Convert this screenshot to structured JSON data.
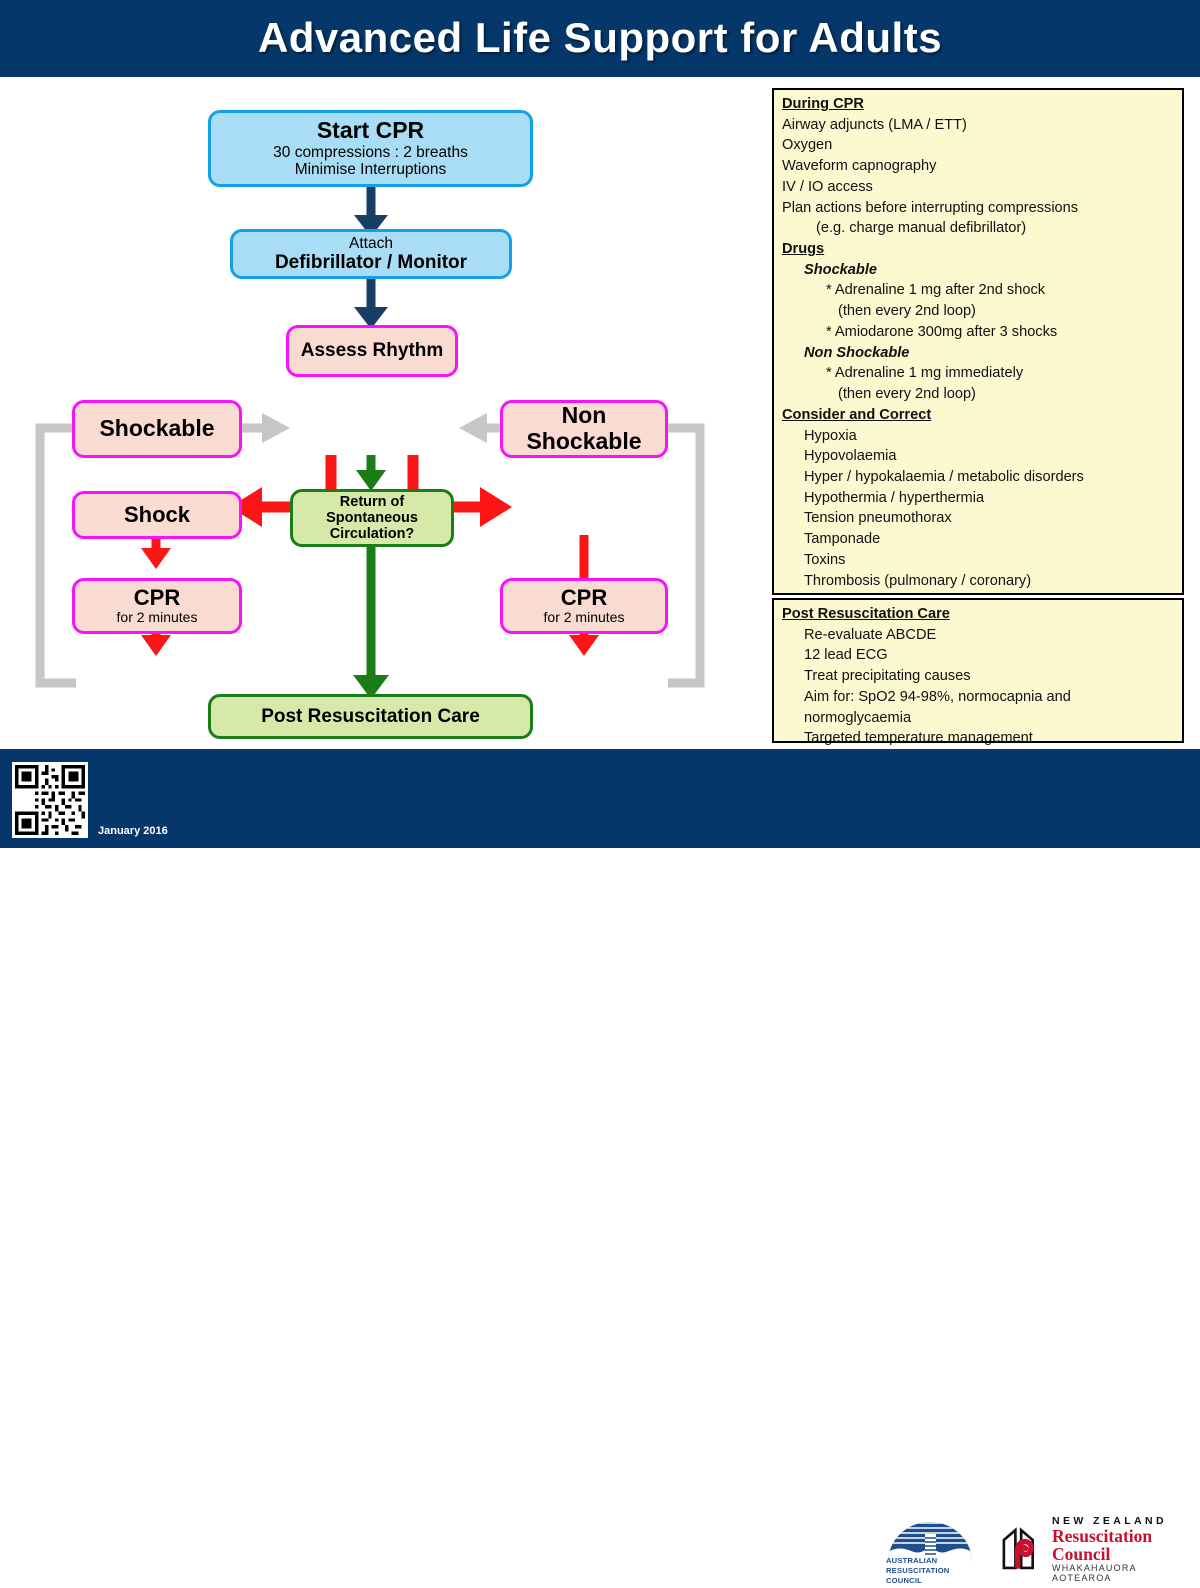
{
  "header": {
    "title": "Advanced Life Support for Adults"
  },
  "flow": {
    "start_cpr": {
      "line1": "Start CPR",
      "line2": "30 compressions : 2 breaths",
      "line3": "Minimise Interruptions"
    },
    "attach": {
      "line1": "Attach",
      "line2": "Defibrillator / Monitor"
    },
    "assess": {
      "line1": "Assess Rhythm"
    },
    "shockable": {
      "line1": "Shockable"
    },
    "non_shockable": {
      "line1": "Non",
      "line2": "Shockable"
    },
    "shock": {
      "line1": "Shock"
    },
    "cpr_left": {
      "line1": "CPR",
      "line2": "for 2 minutes"
    },
    "cpr_right": {
      "line1": "CPR",
      "line2": "for 2 minutes"
    },
    "rosc": {
      "line1": "Return of",
      "line2": "Spontaneous",
      "line3": "Circulation?"
    },
    "post_care": {
      "line1": "Post Resuscitation Care"
    }
  },
  "panel_during_cpr": {
    "heading": "During CPR",
    "lines": [
      "Airway adjuncts (LMA / ETT)",
      "Oxygen",
      "Waveform capnography",
      "IV / IO access",
      "Plan actions before interrupting compressions",
      "(e.g. charge manual defibrillator)"
    ],
    "drugs_heading": "Drugs",
    "shockable_heading": "Shockable",
    "shockable_items": [
      "* Adrenaline 1 mg after 2nd shock",
      "(then every 2nd loop)",
      "* Amiodarone 300mg after 3 shocks"
    ],
    "non_shockable_heading": "Non Shockable",
    "non_shockable_items": [
      "* Adrenaline 1 mg immediately",
      "(then every 2nd loop)"
    ],
    "consider_heading": "Consider and Correct",
    "consider_items": [
      "Hypoxia",
      "Hypovolaemia",
      "Hyper / hypokalaemia / metabolic disorders",
      "Hypothermia / hyperthermia",
      "Tension pneumothorax",
      "Tamponade",
      "Toxins",
      "Thrombosis (pulmonary / coronary)"
    ]
  },
  "panel_post_care": {
    "heading": "Post Resuscitation Care",
    "items": [
      "Re-evaluate ABCDE",
      "12 lead ECG",
      "Treat precipitating causes",
      "Aim for: SpO2 94-98%, normocapnia and normoglycaemia",
      "Targeted temperature management"
    ]
  },
  "footer": {
    "date": "January 2016",
    "arc_logo": {
      "line1": "AUSTRALIAN",
      "line2": "RESUSCITATION",
      "line3": "COUNCIL"
    },
    "nzrc_logo": {
      "line1": "NEW ZEALAND",
      "line2": "Resuscitation Council",
      "line3": "WHAKAHAUORA AOTEAROA"
    }
  },
  "colors": {
    "header_blue": "#05376b",
    "box_blue_fill": "#a8ddf5",
    "box_blue_border": "#14a0e6",
    "box_pink_fill": "#fadbd2",
    "box_pink_border": "#f713f7",
    "box_green_fill": "#d7e9a8",
    "box_green_border": "#1a7d18",
    "arrow_red": "#fb1515",
    "arrow_green": "#1a7d18",
    "arrow_navy": "#183e66",
    "loop_gray": "#c6c6c6",
    "panel_fill": "#fcf8cf",
    "nz_red": "#c8102e"
  }
}
